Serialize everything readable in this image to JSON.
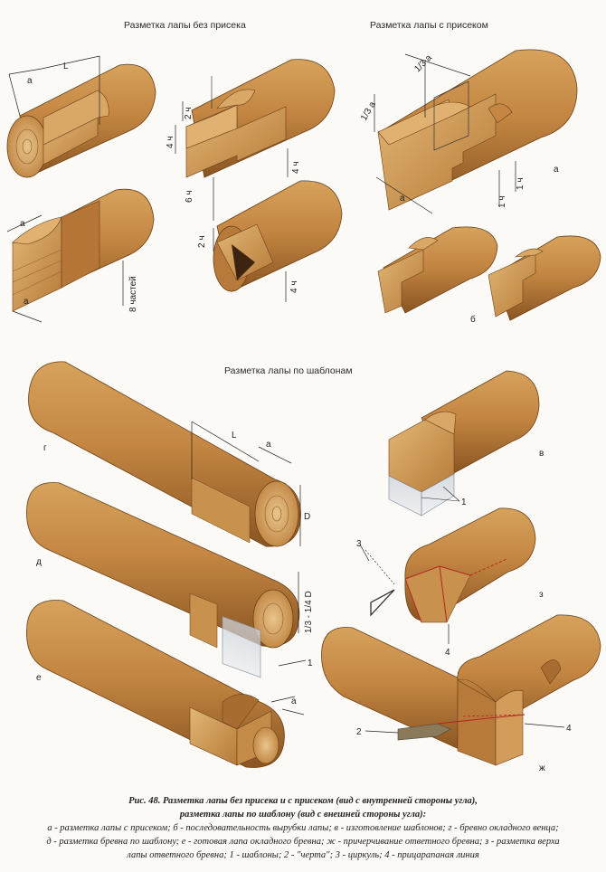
{
  "titles": {
    "no_notch": "Разметка лапы без присека",
    "with_notch": "Разметка лапы с присеком",
    "templates": "Разметка лапы по шаблонам"
  },
  "dims": {
    "a": "a",
    "L": "L",
    "parts8": "8 частей",
    "ch4": "4 ч",
    "ch2": "2 ч",
    "ch6": "6 ч",
    "third_a": "1/3 a",
    "ch1": "1 ч",
    "D": "D",
    "third_quarter_D": "1/3 - 1/4 D"
  },
  "labels": {
    "a": "а",
    "b": "б",
    "v": "в",
    "g": "г",
    "d": "д",
    "e": "е",
    "z": "з",
    "zh": "ж",
    "n1": "1",
    "n2": "2",
    "n3": "3",
    "n4": "4"
  },
  "caption": {
    "line1": "Рис. 48. Разметка лапы без присека и с присеком (вид с внутренней стороны угла),",
    "line2": "разметка лапы по шаблону (вид с внешней стороны угла):",
    "line3": "а - разметка лапы с присеком; б - последовательность вырубки лапы; в - изготовление шаблонов; г - бревно окладного венца;",
    "line4": "д - разметка бревна по шаблону; е - готовая лапа окладного бревна; ж - причерчивание ответного бревна; з - разметка верха",
    "line5": "лапы ответного бревна; 1 - шаблоны; 2 - \"черта\"; 3 - циркуль; 4 - прицарапаная линия"
  }
}
